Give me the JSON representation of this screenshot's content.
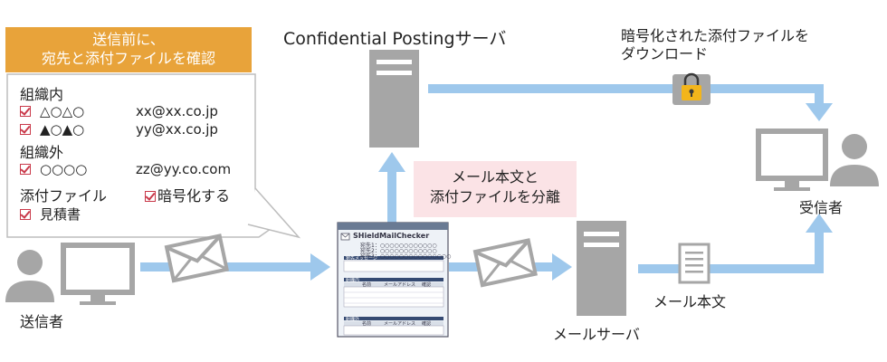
{
  "confirm_banner": {
    "line1": "送信前に、",
    "line2": "宛先と添付ファイルを確認"
  },
  "checklist": {
    "internal_heading": "組織内",
    "internal_rows": [
      {
        "name": "△○△○",
        "email": "xx@xx.co.jp"
      },
      {
        "name": "▲○▲○",
        "email": "yy@xx.co.jp"
      }
    ],
    "external_heading": "組織外",
    "external_rows": [
      {
        "name": "○○○○",
        "email": "zz@yy.co.com"
      }
    ],
    "attachment_heading": "添付ファイル",
    "encrypt_option": "暗号化する",
    "attachment_file": "見積書"
  },
  "nodes": {
    "sender": "送信者",
    "confidential_server": "Confidential Postingサーバ",
    "mail_server": "メールサーバ",
    "recipient": "受信者",
    "download_note_line1": "暗号化された添付ファイルを",
    "download_note_line2": "ダウンロード",
    "mail_body": "メール本文",
    "separate_line1": "メール本文と",
    "separate_line2": "添付ファイルを分離"
  },
  "app_window": {
    "title": "SHieldMailChecker",
    "field_1": "宛先1：○○○○○○○○○○○○",
    "field_2": "宛先2：○○○○○○○○○○○○",
    "field_3": "宛先3：○○○○○○○○○○○○○○○",
    "section_1": "宛先メッセージ",
    "section_2": "組織内",
    "section_3": "組織外",
    "col_name": "名前",
    "col_address": "メールアドレス",
    "col_check": "確認"
  },
  "colors": {
    "arrow": "#9ec8ec",
    "banner": "#e8a33a",
    "separate_box": "#fbe3e6",
    "icon_gray": "#a6a6a6",
    "check_red": "#c9394a"
  }
}
